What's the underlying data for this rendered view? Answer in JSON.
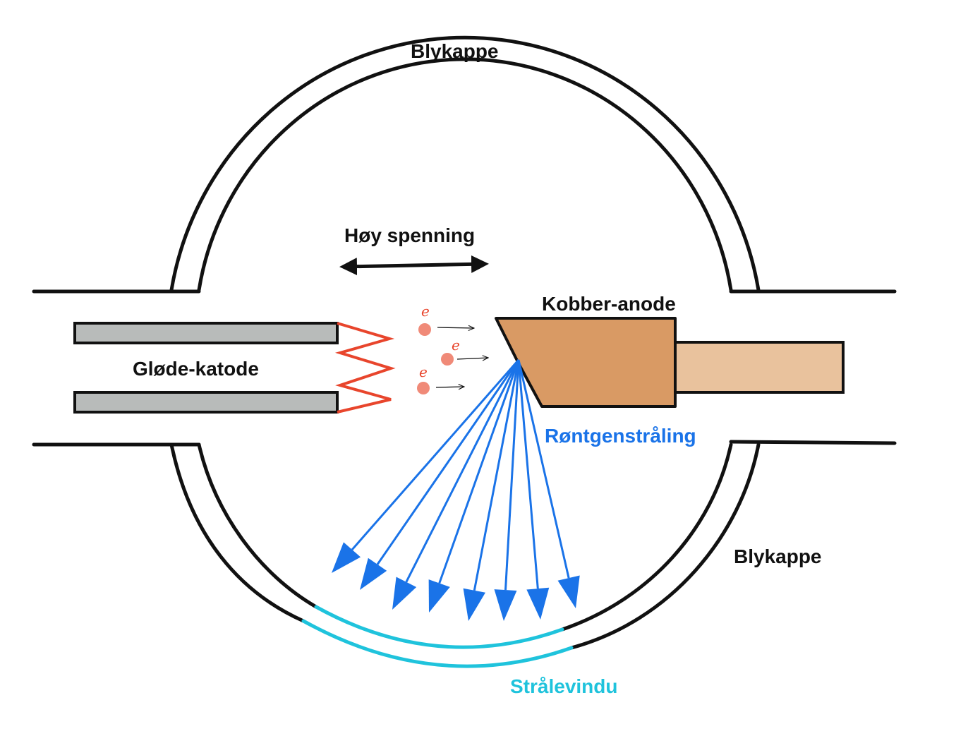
{
  "labels": {
    "top_housing": "Blykappe",
    "bottom_housing": "Blykappe",
    "voltage": "Høy spenning",
    "anode": "Kobber-anode",
    "cathode": "Gløde-katode",
    "xray": "Røntgenstråling",
    "window": "Strålevindu"
  },
  "electrons": [
    {
      "symbol": "e"
    },
    {
      "symbol": "e"
    },
    {
      "symbol": "e"
    }
  ],
  "colors": {
    "housing": "#111111",
    "cathode_fill": "#b8bbba",
    "filament": "#e8452c",
    "electron": "#f08a78",
    "anode_fill": "#d99a64",
    "anode_stem": "#e9c29d",
    "xray": "#1a73e8",
    "window": "#1fc3dc",
    "window_label": "#1fc3dc",
    "xray_label": "#1a73e8"
  }
}
